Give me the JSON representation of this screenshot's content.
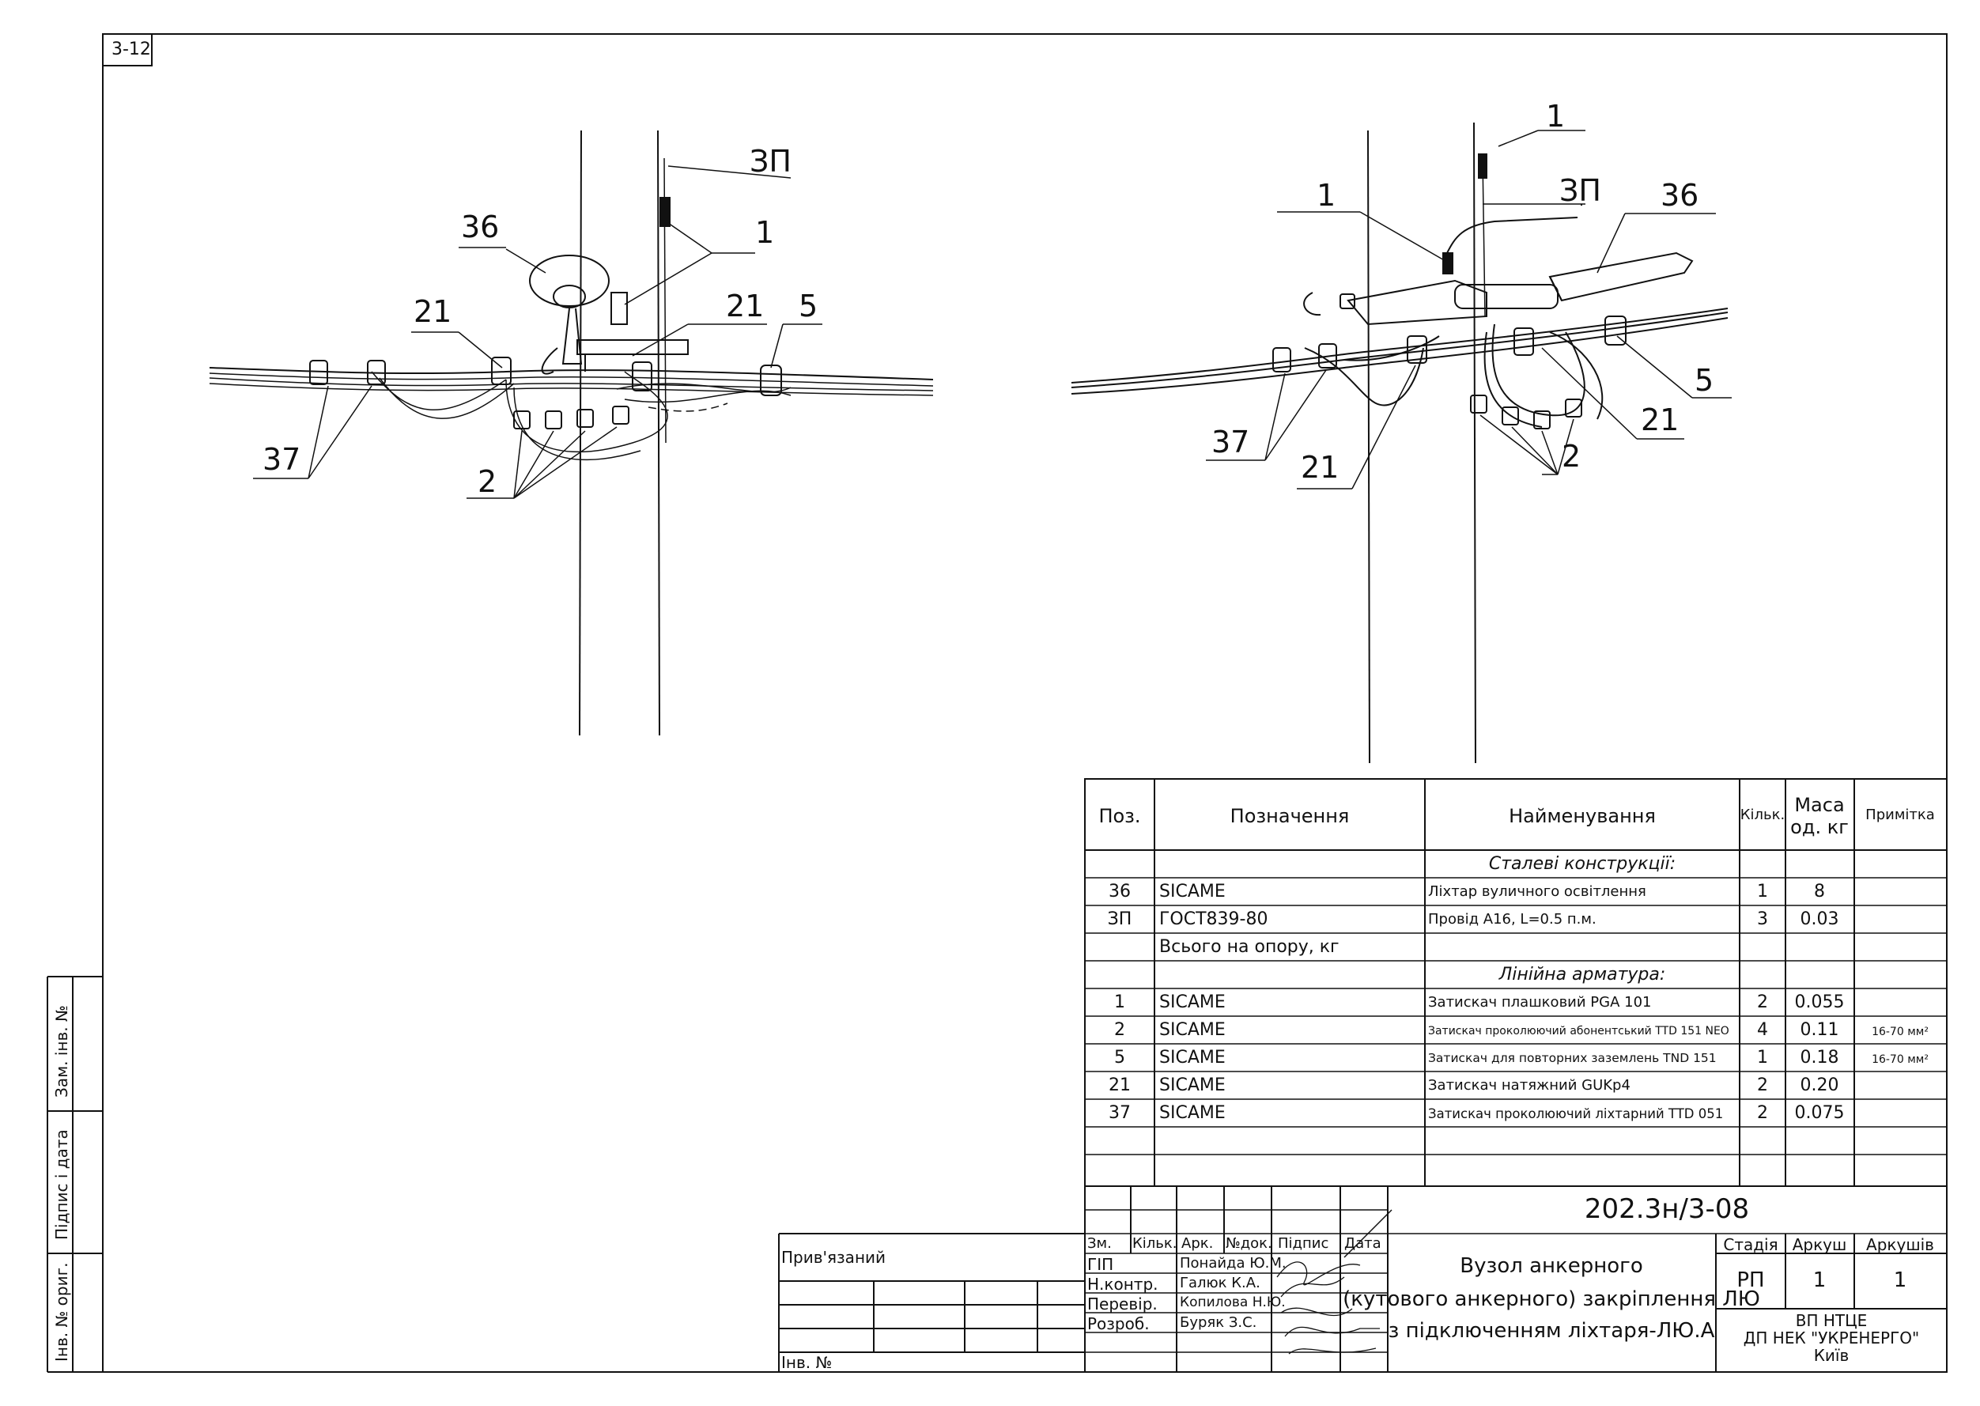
{
  "sheet": {
    "code": "3-12"
  },
  "callouts": {
    "left": {
      "zp": "ЗП",
      "l36": "36",
      "l1": "1",
      "l21a": "21",
      "l21b": "21",
      "l5": "5",
      "l37": "37",
      "l2": "2"
    },
    "right": {
      "l1a": "1",
      "l1b": "1",
      "zp": "ЗП",
      "l36": "36",
      "l5": "5",
      "l21a": "21",
      "l21b": "21",
      "l37": "37",
      "l2": "2"
    }
  },
  "spec": {
    "headers": {
      "pos": "Поз.",
      "designation": "Позначення",
      "name": "Найменування",
      "qty": "Кільк.",
      "mass_a": "Маса",
      "mass_b": "од. кг",
      "note": "Примітка"
    },
    "section1": "Сталеві конструкції:",
    "rows1": [
      {
        "pos": "36",
        "designation": "SICAME",
        "name": "Ліхтар вуличного освітлення",
        "qty": "1",
        "mass": "8",
        "note": ""
      },
      {
        "pos": "ЗП",
        "designation": "ГОСТ839-80",
        "name": "Провід А16, L=0.5 п.м.",
        "qty": "3",
        "mass": "0.03",
        "note": ""
      }
    ],
    "total": "Всього на опору, кг",
    "section2": "Лінійна арматура:",
    "rows2": [
      {
        "pos": "1",
        "designation": "SICAME",
        "name": "Затискач плашковий PGA 101",
        "qty": "2",
        "mass": "0.055",
        "note": ""
      },
      {
        "pos": "2",
        "designation": "SICAME",
        "name": "Затискач проколюючий абонентський TTD 151 NEO",
        "qty": "4",
        "mass": "0.11",
        "note": "16-70 мм²"
      },
      {
        "pos": "5",
        "designation": "SICAME",
        "name": "Затискач для повторних заземлень TND 151",
        "qty": "1",
        "mass": "0.18",
        "note": "16-70 мм²"
      },
      {
        "pos": "21",
        "designation": "SICAME",
        "name": "Затискач натяжний GUKp4",
        "qty": "2",
        "mass": "0.20",
        "note": ""
      },
      {
        "pos": "37",
        "designation": "SICAME",
        "name": "Затискач проколюючий ліхтарний TTD 051",
        "qty": "2",
        "mass": "0.075",
        "note": ""
      }
    ]
  },
  "title_block": {
    "doc_code": "202.3н/3-08",
    "title_lines": [
      "Вузол анкерного",
      "(кутового анкерного) закріплення ЛЮ",
      "з підключенням ліхтаря-ЛЮ.А"
    ],
    "headers": {
      "zm": "Зм.",
      "kilk": "Кільк.",
      "ark": "Арк.",
      "ndok": "№док.",
      "pidpys": "Підпис",
      "data": "Дата"
    },
    "people": [
      {
        "role": "ГІП",
        "name": "Понайда Ю.М."
      },
      {
        "role": "Н.контр.",
        "name": "Галюк К.А."
      },
      {
        "role": "Перевір.",
        "name": "Копилова Н.Ю."
      },
      {
        "role": "Розроб.",
        "name": "Буряк З.С."
      }
    ],
    "stage_label": "Стадія",
    "stage": "РП",
    "sheet_label": "Аркуш",
    "sheet": "1",
    "sheets_label": "Аркушів",
    "sheets": "1",
    "org_lines": [
      "ВП НТЦЕ",
      "ДП НЕК \"УКРЕНЕРГО\"",
      "Київ"
    ],
    "pryvyazanyi": "Прив'язаний",
    "inv_no": "Інв. №"
  },
  "side_strip": {
    "zam_inv": "Зам. інв. №",
    "pidpys_data": "Підпис і дата",
    "inv_orig": "Інв. № ориг."
  }
}
